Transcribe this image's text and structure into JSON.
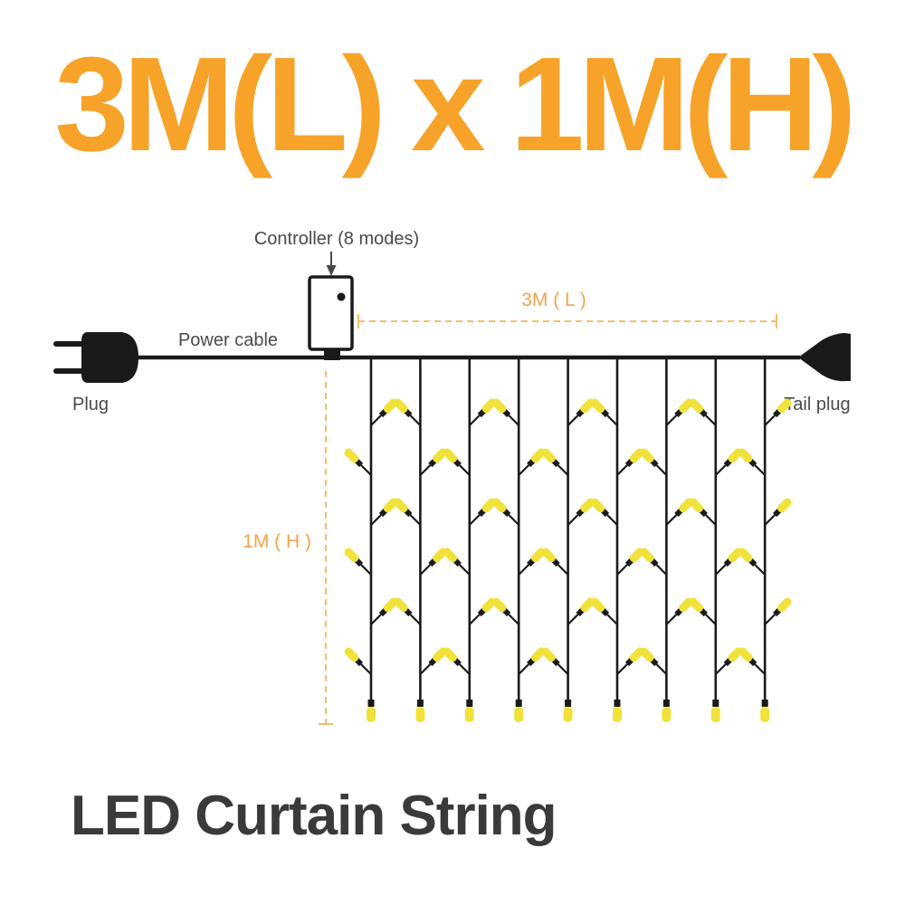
{
  "header": {
    "title": "3M(L) x 1M(H)"
  },
  "footer": {
    "product_name": "LED Curtain String"
  },
  "diagram": {
    "controller_label": "Controller (8 modes)",
    "power_cable_label": "Power cable",
    "plug_label": "Plug",
    "tail_plug_label": "Tail plug",
    "length_label": "3M ( L )",
    "height_label": "1M ( H )",
    "strand_count": 9,
    "bulbs_per_strand": 6
  },
  "colors": {
    "accent_orange": "#F7A228",
    "dim_orange": "#F2A44A",
    "dashed_orange": "#F5BE6B",
    "label_gray": "#4A4A4A",
    "wire_black": "#1A1A1A",
    "bulb_yellow": "#F0E23A",
    "footer_text": "#3A3A3A"
  }
}
